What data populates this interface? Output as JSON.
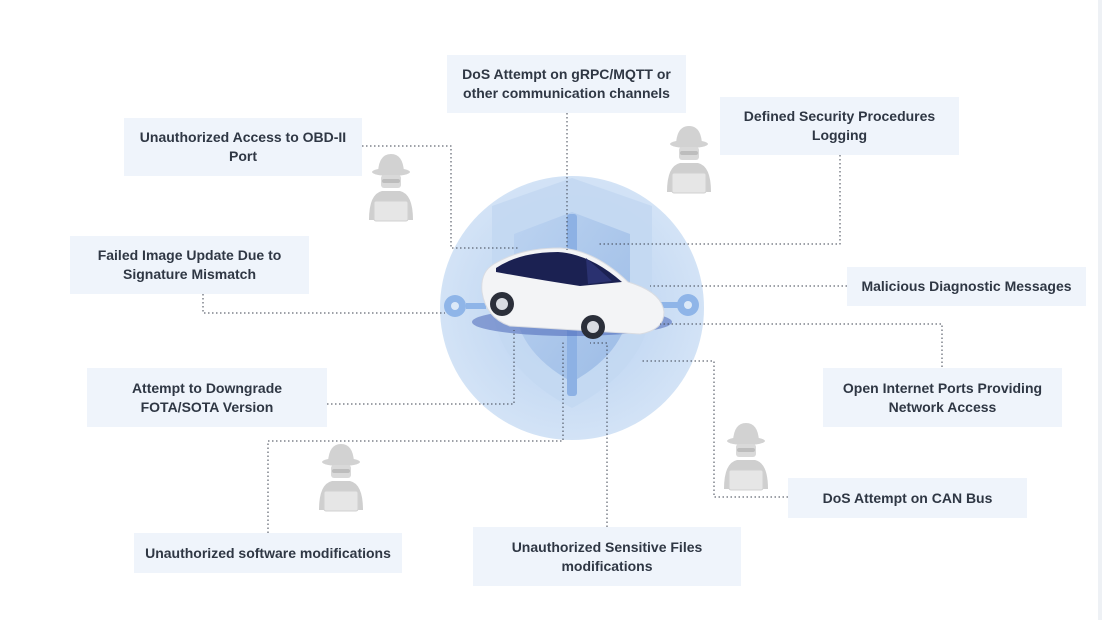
{
  "threats": {
    "dos_grpc": {
      "line1": "DoS Attempt on gRPC/MQTT or",
      "line2": "other communication channels"
    },
    "obd": {
      "line1": "Unauthorized Access to OBD-II",
      "line2": "Port"
    },
    "security": {
      "line1": "Defined Security Procedures",
      "line2": "Logging"
    },
    "image_update": {
      "line1": "Failed Image Update Due to",
      "line2": "Signature Mismatch"
    },
    "diagnostic": {
      "line1": "Malicious Diagnostic Messages"
    },
    "downgrade": {
      "line1": "Attempt to Downgrade",
      "line2": "FOTA/SOTA Version"
    },
    "ports": {
      "line1": "Open Internet Ports Providing",
      "line2": "Network Access"
    },
    "can": {
      "line1": "DoS Attempt on CAN Bus"
    },
    "software": {
      "line1": "Unauthorized software modifications"
    },
    "files": {
      "line1": "Unauthorized Sensitive Files",
      "line2": "modifications"
    }
  },
  "colors": {
    "box_bg": "#eff4fb",
    "text": "#2f3744",
    "hacker": "#d5d5d5",
    "circle": "#c9dcf2",
    "shield": "#a9c6ea",
    "node": "#8fb5e8",
    "car_body": "#f2f3f5",
    "car_glass": "#1b2152"
  },
  "icons": [
    "hacker-icon",
    "shield-icon",
    "car-icon"
  ]
}
